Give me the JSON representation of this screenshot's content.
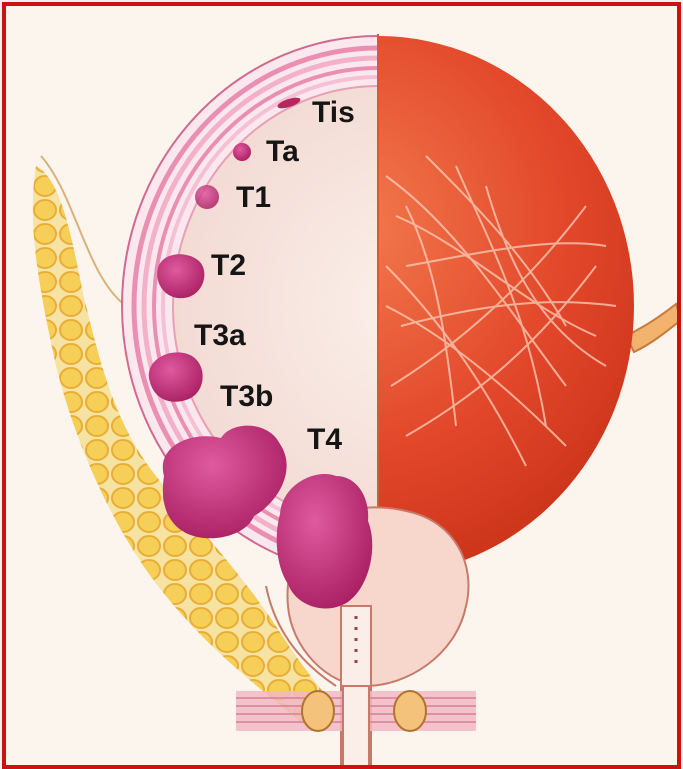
{
  "figure": {
    "subject": "bladder cancer T staging illustration",
    "colors": {
      "frame": "#cc1111",
      "bladder_exterior": "#e0401f",
      "bladder_wall": "#f0a6c0",
      "lumen": "#f6e3dc",
      "tumor": "#c02a78",
      "perivesical_fat": "#f4cf59",
      "prostate": "#f7d7cc"
    },
    "stages": [
      {
        "label": "Tis"
      },
      {
        "label": "Ta"
      },
      {
        "label": "T1"
      },
      {
        "label": "T2"
      },
      {
        "label": "T3a"
      },
      {
        "label": "T3b"
      },
      {
        "label": "T4"
      }
    ]
  }
}
